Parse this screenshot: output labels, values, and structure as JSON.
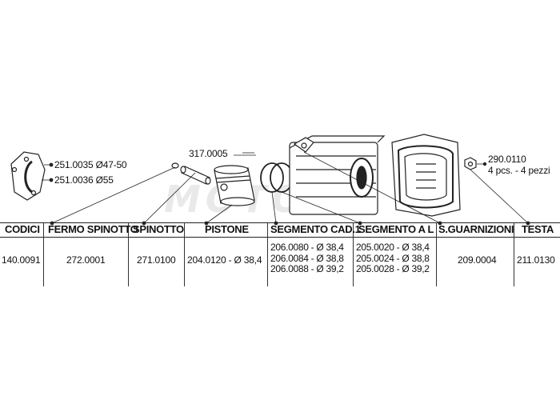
{
  "callouts": {
    "gasket_a": "251.0035 Ø47-50",
    "gasket_b": "251.0036 Ø55",
    "pin_part": "317.0005",
    "nut_part": "290.0110",
    "nut_qty": "4 pcs. - 4 pezzi"
  },
  "watermark": "MOTO",
  "table": {
    "headers": [
      "CODICI",
      "FERMO SPINOTTO",
      "SPINOTTO",
      "PISTONE",
      "SEGMENTO CAD.1",
      "SEGMENTO A L",
      "S.GUARNIZIONI",
      "TESTA"
    ],
    "row": {
      "codici": "140.0091",
      "fermo_spinotto": "272.0001",
      "spinotto": "271.0100",
      "pistone": "204.0120 - Ø 38,4",
      "segmento_cad": [
        "206.0080 - Ø 38,4",
        "206.0084 - Ø 38,8",
        "206.0088 - Ø 39,2"
      ],
      "segmento_al": [
        "205.0020 - Ø 38,4",
        "205.0024 - Ø 38,8",
        "205.0028 - Ø 39,2"
      ],
      "s_guarnizioni": "209.0004",
      "testa": "211.0130"
    }
  }
}
